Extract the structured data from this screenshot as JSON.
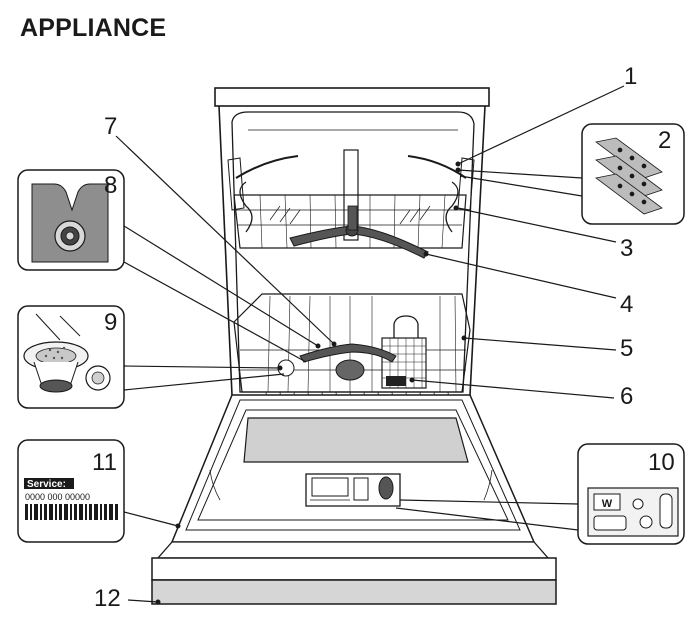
{
  "title": "APPLIANCE",
  "callouts": [
    "1",
    "2",
    "3",
    "4",
    "5",
    "6",
    "7",
    "8",
    "9",
    "10",
    "11",
    "12"
  ],
  "service_label": {
    "heading": "Service:",
    "code": "0000 000 00000"
  },
  "colors": {
    "line": "#1a1a1a",
    "panel_fill": "#d0d0d0",
    "dark_fill": "#555555",
    "light_fill": "#f2f2f2"
  }
}
